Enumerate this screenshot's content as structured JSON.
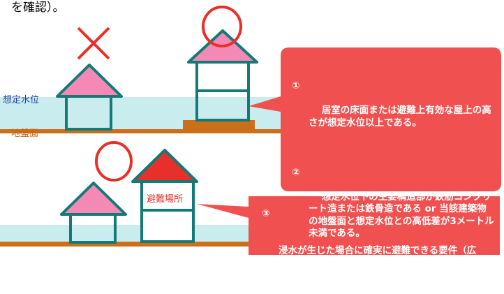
{
  "labels": {
    "intro_fragment": "を確認）。",
    "water_level": "想定水位",
    "ground_level": "地盤面",
    "shelter": "避難場所"
  },
  "markers": {
    "fail_icon": "cross-mark-icon",
    "pass_icon": "circle-mark-icon"
  },
  "callout_top": {
    "items": [
      {
        "number": "①",
        "text": "居室の床面または避難上有効な屋上の高さが想定水位以上である。"
      },
      {
        "number": "②",
        "text": "想定水位下の主要構造部が鉄筋コンクリート造または鉄骨造である or 当該建築物の地盤面と想定水位との高低差が3メートル未満である。"
      }
    ]
  },
  "callout_bottom": {
    "number": "③",
    "text": "浸水が生じた場合に確実に避難できる要件（広さ、距離、経路、管理状況等）を満たす避難場所が付近にある。"
  },
  "colors": {
    "water": "#c9ecee",
    "ground": "#cc6f1a",
    "roof_pink": "#f489b5",
    "roof_red": "#e8302a",
    "house_outline": "#137a76",
    "callout": "#f0504f",
    "mark_red": "#e8302a"
  }
}
